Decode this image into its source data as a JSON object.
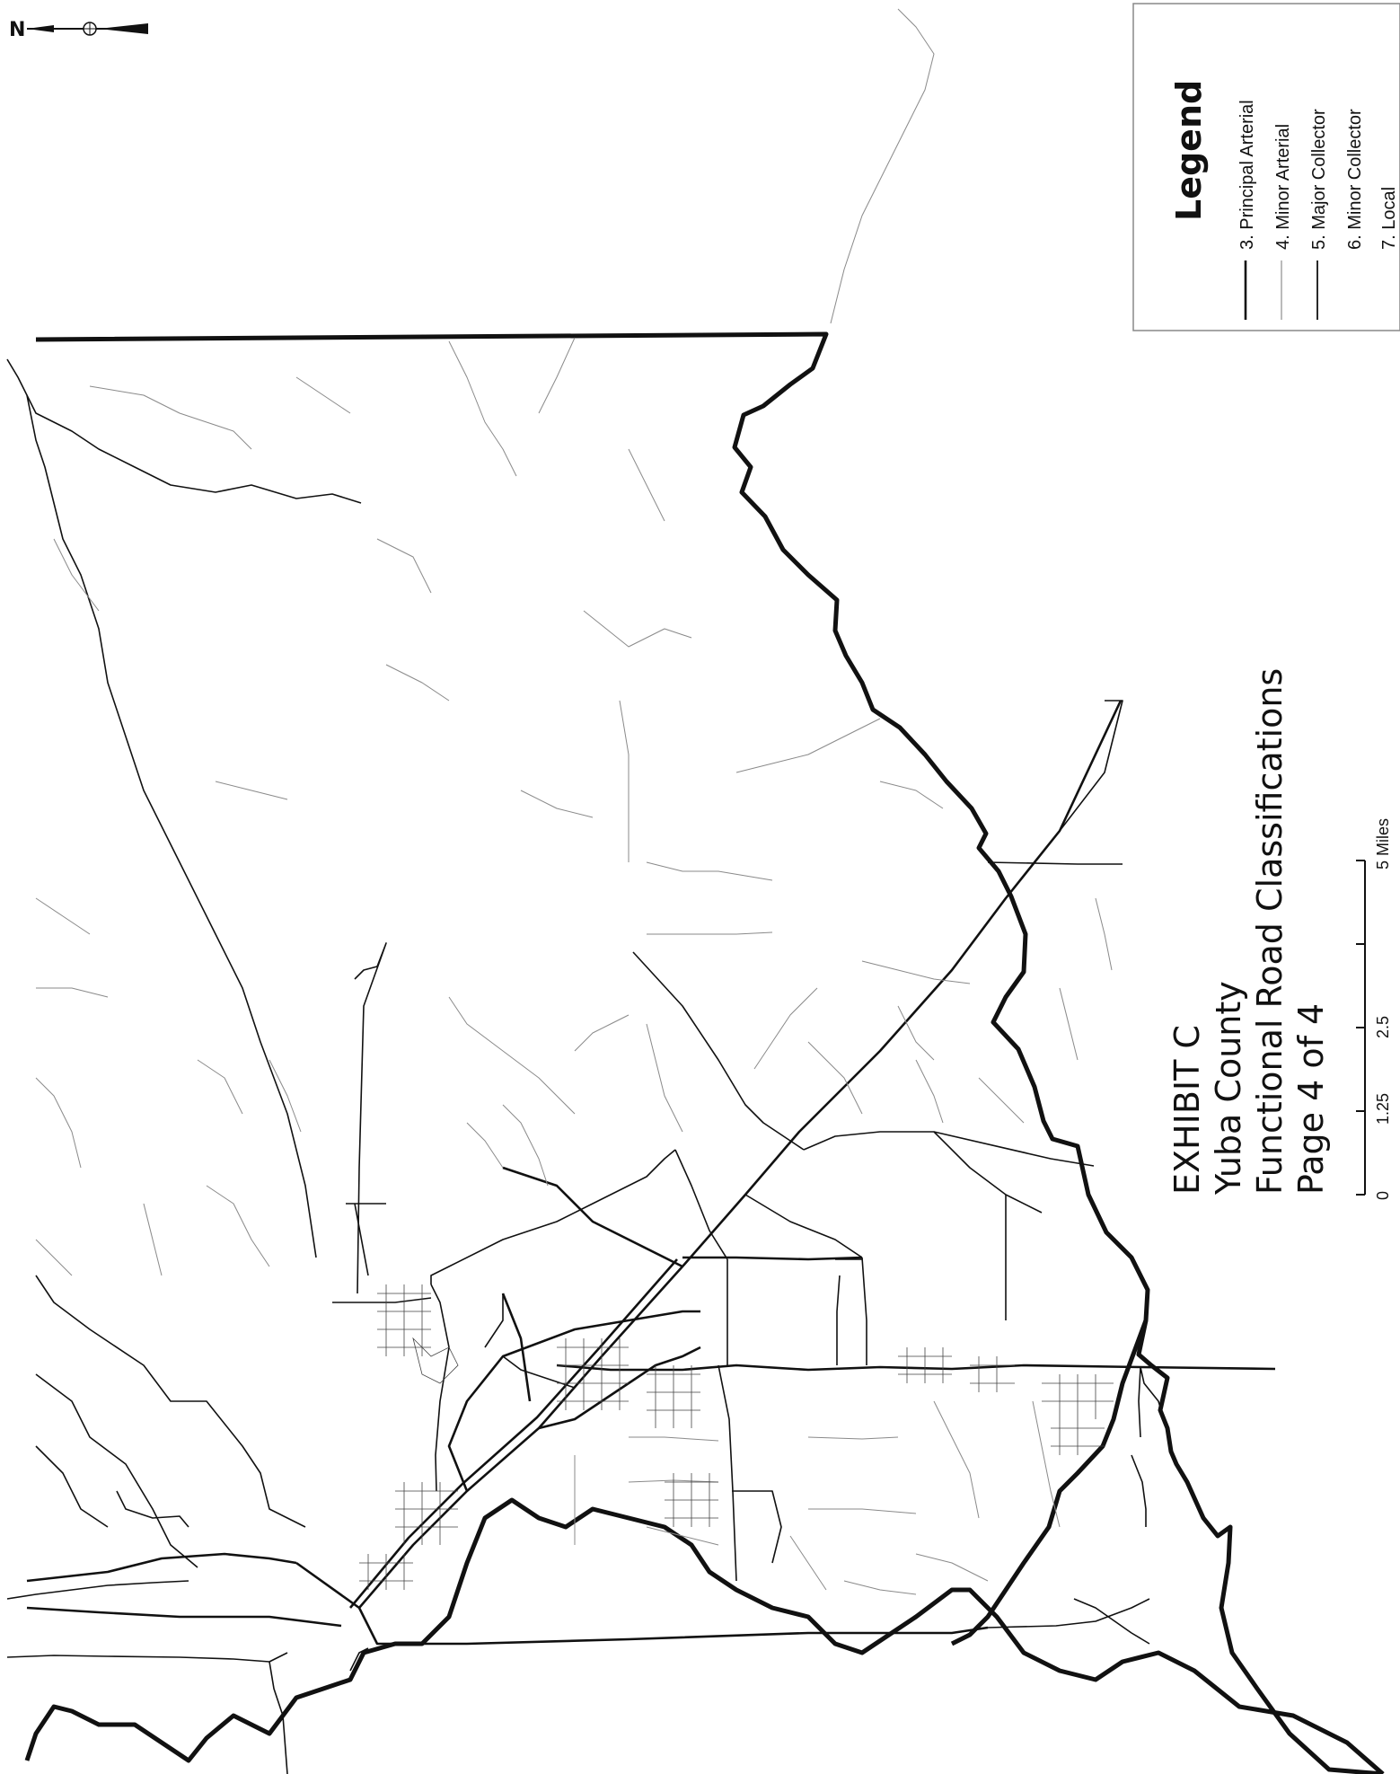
{
  "north_arrow": {
    "letter": "N"
  },
  "legend": {
    "title": "Legend",
    "items": [
      {
        "label": "3. Principal Arterial",
        "weight": "heavy"
      },
      {
        "label": "4. Minor Arterial",
        "weight": "light"
      },
      {
        "label": "5. Major Collector",
        "weight": "medium"
      },
      {
        "label": "6. Minor Collector",
        "weight": "none"
      },
      {
        "label": "7. Local",
        "weight": "none"
      }
    ]
  },
  "title_block": {
    "line1": "EXHIBIT C",
    "line2": "Yuba County",
    "line3": "Functional Road Classifications",
    "line4": "Page 4 of 4"
  },
  "scale_bar": {
    "ticks": [
      "0",
      "1.25",
      "2.5",
      "5 Miles"
    ]
  },
  "colors": {
    "line": "#111111",
    "minor": "#8a8a8a",
    "background": "#ffffff"
  }
}
